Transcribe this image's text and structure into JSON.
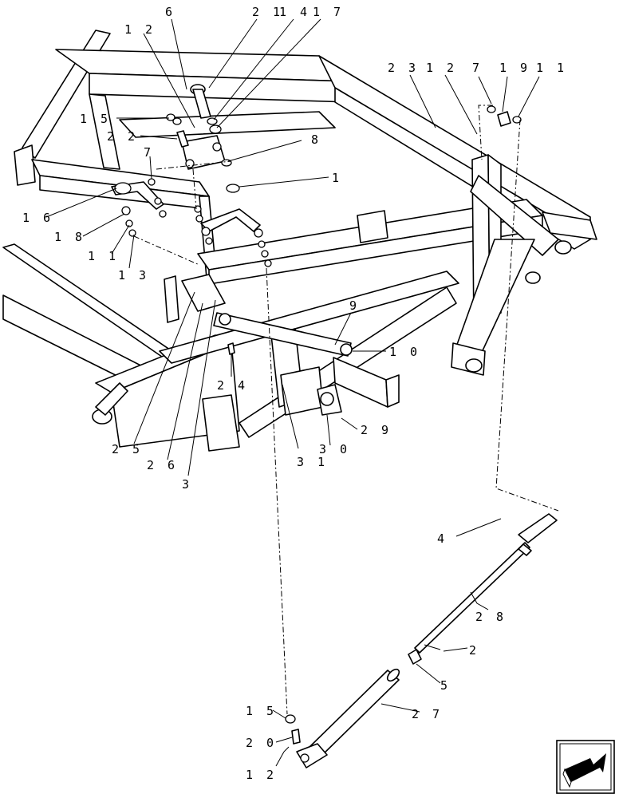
{
  "diagram": {
    "callouts": [
      {
        "id": "c6",
        "text": "6"
      },
      {
        "id": "c21",
        "text": "2 1"
      },
      {
        "id": "c14",
        "text": "1 4"
      },
      {
        "id": "c17",
        "text": "1 7"
      },
      {
        "id": "c12a",
        "text": "1 2"
      },
      {
        "id": "c15a",
        "text": "1 5"
      },
      {
        "id": "c22",
        "text": "2 2"
      },
      {
        "id": "c7a",
        "text": "7"
      },
      {
        "id": "c8",
        "text": "8"
      },
      {
        "id": "c1",
        "text": "1"
      },
      {
        "id": "c16",
        "text": "1 6"
      },
      {
        "id": "c18",
        "text": "1 8"
      },
      {
        "id": "c11a",
        "text": "1 1"
      },
      {
        "id": "c13",
        "text": "1 3"
      },
      {
        "id": "c23",
        "text": "2 3"
      },
      {
        "id": "c12b",
        "text": "1 2"
      },
      {
        "id": "c7b",
        "text": "7"
      },
      {
        "id": "c19",
        "text": "1 9"
      },
      {
        "id": "c11b",
        "text": "1 1"
      },
      {
        "id": "c9",
        "text": "9"
      },
      {
        "id": "c10",
        "text": "1 0"
      },
      {
        "id": "c24",
        "text": "2 4"
      },
      {
        "id": "c29",
        "text": "2 9"
      },
      {
        "id": "c30",
        "text": "3 0"
      },
      {
        "id": "c31",
        "text": "3 1"
      },
      {
        "id": "c25",
        "text": "2 5"
      },
      {
        "id": "c26",
        "text": "2 6"
      },
      {
        "id": "c3",
        "text": "3"
      },
      {
        "id": "c4",
        "text": "4"
      },
      {
        "id": "c28",
        "text": "2 8"
      },
      {
        "id": "c2",
        "text": "2"
      },
      {
        "id": "c5",
        "text": "5"
      },
      {
        "id": "c27",
        "text": "2 7"
      },
      {
        "id": "c15b",
        "text": "1 5"
      },
      {
        "id": "c20",
        "text": "2 0"
      },
      {
        "id": "c12c",
        "text": "1 2"
      }
    ],
    "nav_icon": "next-page-arrow-icon"
  }
}
